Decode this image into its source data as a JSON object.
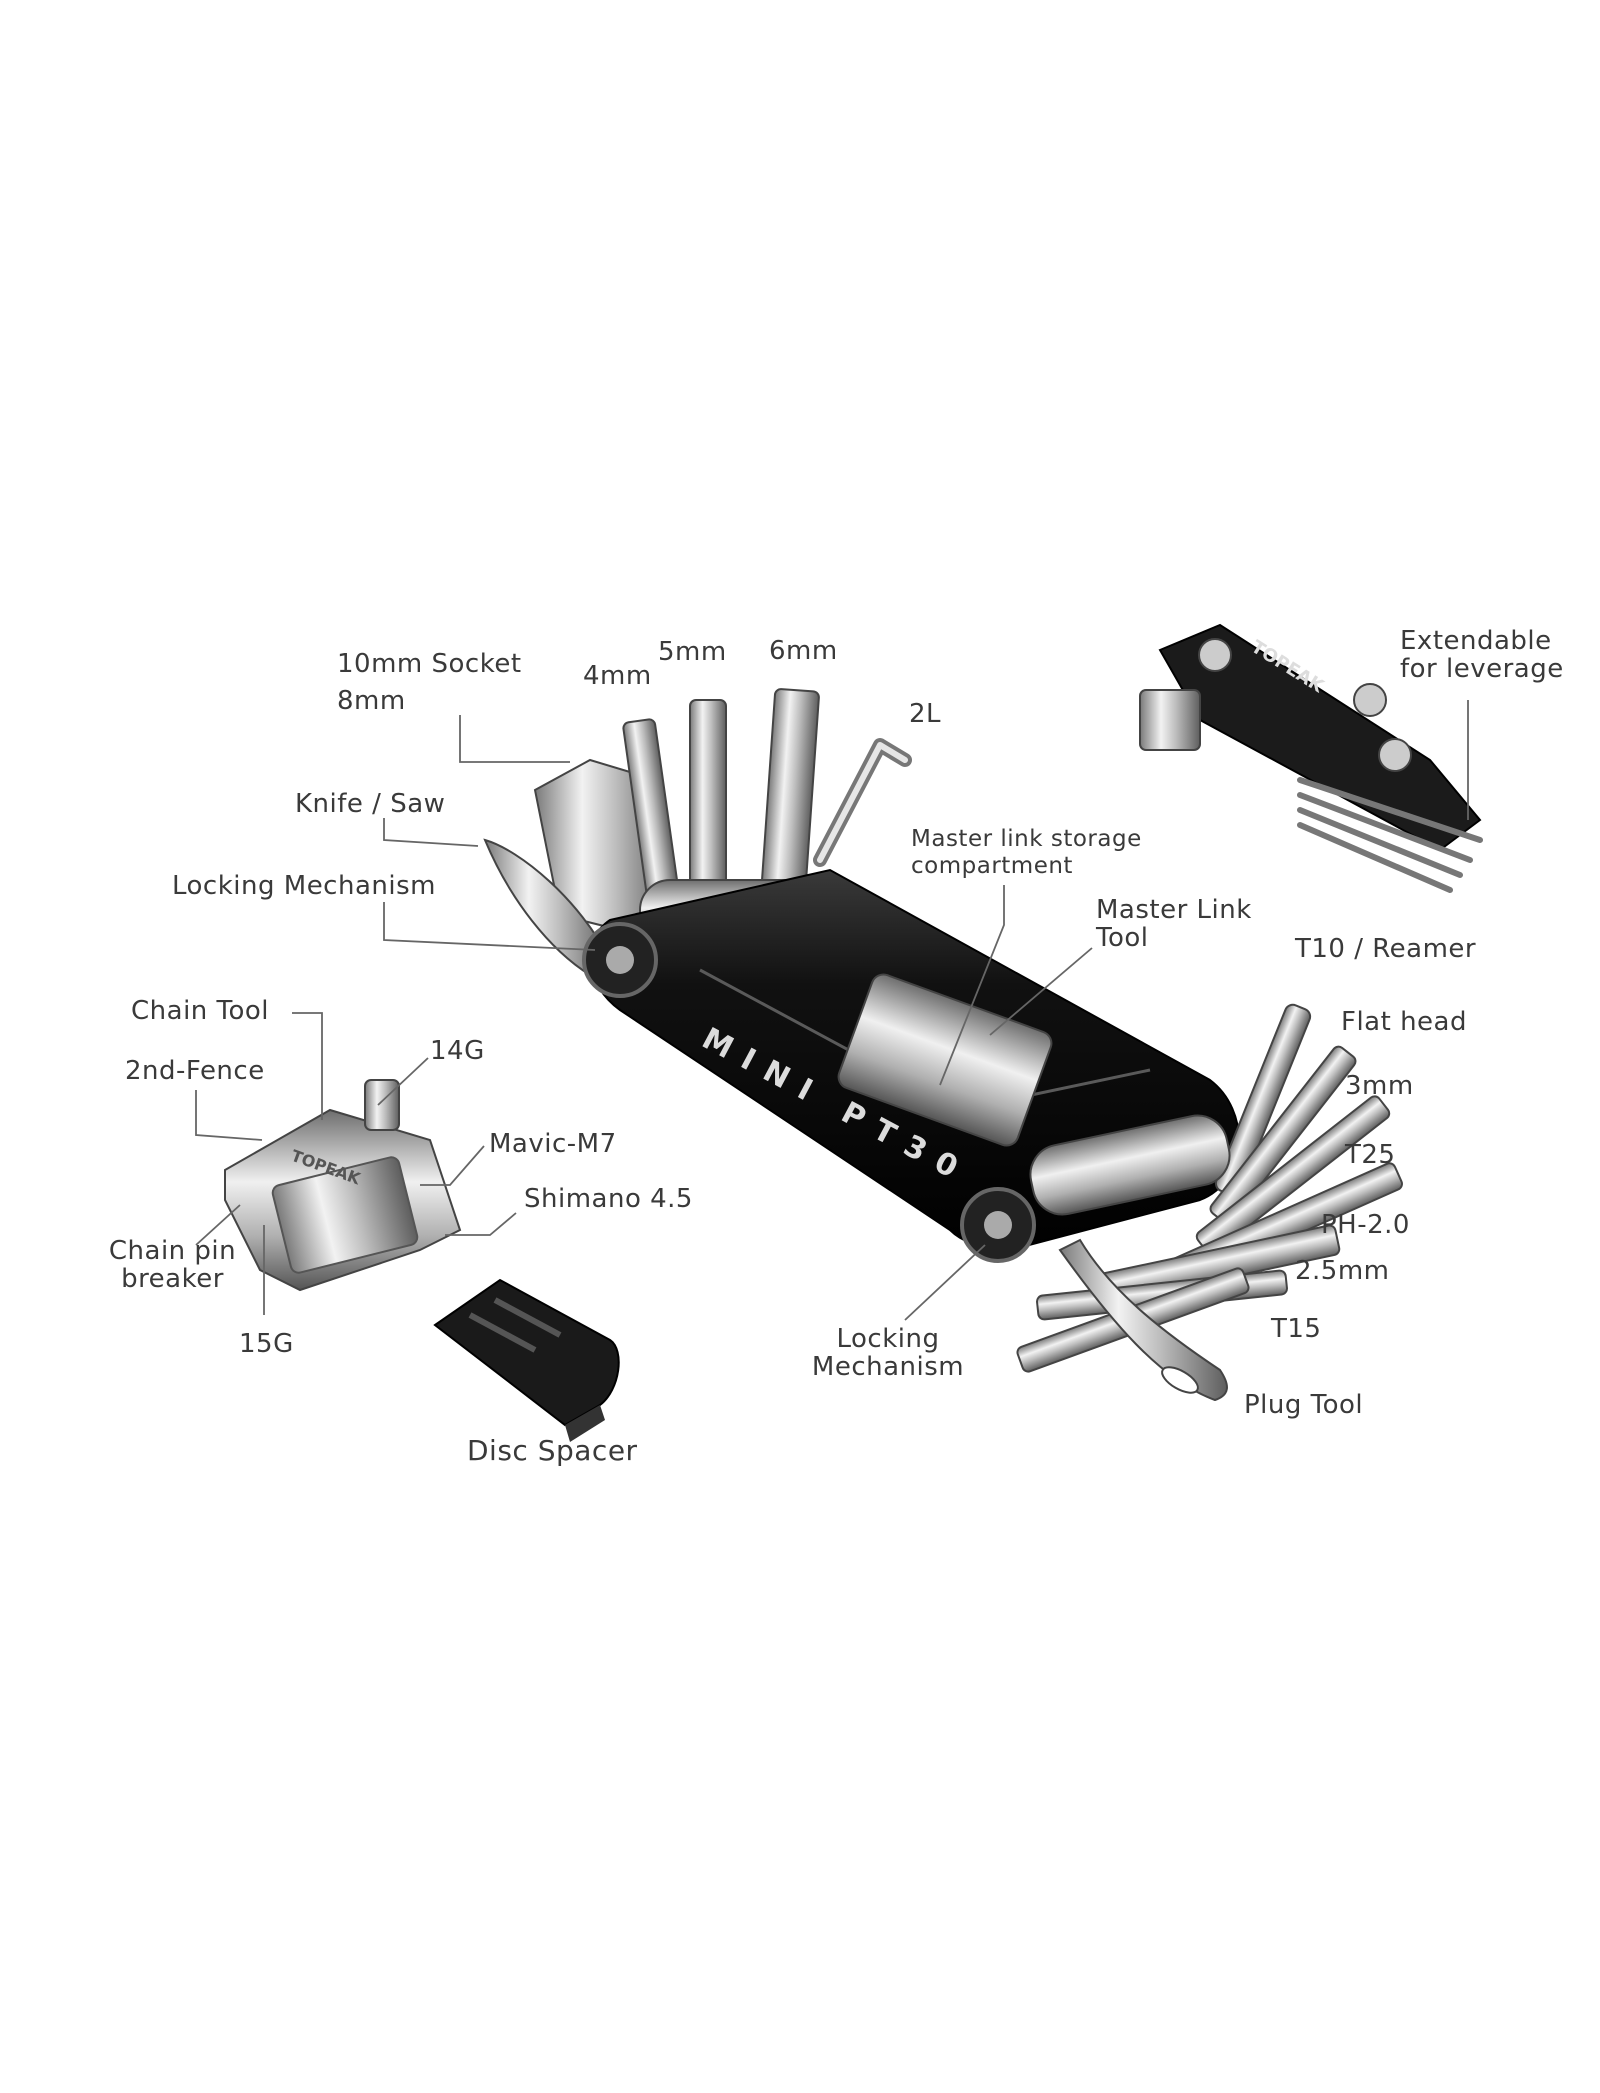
{
  "diagram": {
    "tool_brand_text": "MINI PT30",
    "side_brand_text": "TOPEAK",
    "labels": {
      "socket_10mm": "10mm Socket",
      "socket_8mm": "8mm",
      "hex_4mm": "4mm",
      "hex_5mm": "5mm",
      "hex_6mm": "6mm",
      "hex_2l": "2L",
      "knife_saw": "Knife / Saw",
      "locking_mechanism_top": "Locking Mechanism",
      "master_link_storage": "Master link storage\ncompartment",
      "master_link_tool": "Master Link\nTool",
      "t10_reamer": "T10 / Reamer",
      "flat_head": "Flat head",
      "hex_3mm": "3mm",
      "t25": "T25",
      "ph_2_0": "PH-2.0",
      "hex_2_5mm": "2.5mm",
      "t15": "T15",
      "plug_tool": "Plug Tool",
      "locking_mechanism_bottom": "Locking\nMechanism",
      "chain_tool": "Chain Tool",
      "second_fence": "2nd-Fence",
      "g14": "14G",
      "mavic_m7": "Mavic-M7",
      "shimano_4_5": "Shimano 4.5",
      "chain_pin_breaker": "Chain pin\nbreaker",
      "g15": "15G",
      "disc_spacer": "Disc Spacer",
      "extendable": "Extendable\nfor leverage"
    }
  }
}
